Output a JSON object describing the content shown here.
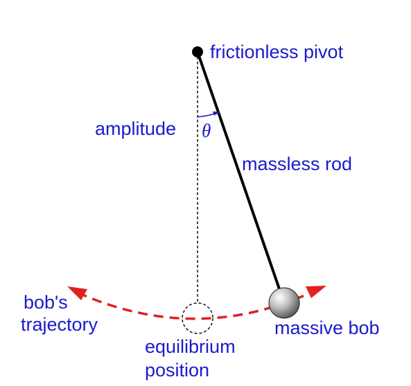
{
  "diagram": {
    "labels": {
      "pivot": "frictionless pivot",
      "rod": "massless rod",
      "amplitude": "amplitude",
      "theta": "θ",
      "bob": "massive bob",
      "trajectory_line1": "bob's",
      "trajectory_line2": "trajectory",
      "equilibrium_line1": "equilibrium",
      "equilibrium_line2": "position"
    },
    "colors": {
      "label_text": "#1a1acc",
      "rod": "#000000",
      "trajectory": "#e32020",
      "angle_arc": "#1a1acc",
      "bob_fill": "#9a9a9a"
    }
  }
}
